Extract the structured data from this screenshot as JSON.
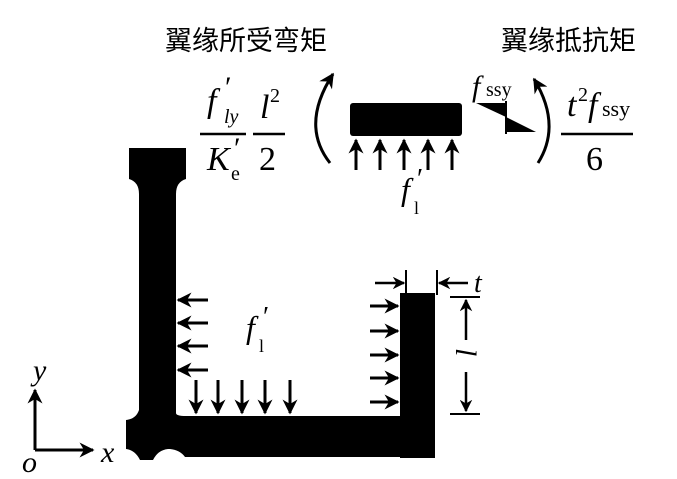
{
  "diagram": {
    "title_left": "翼缘所受弯矩",
    "title_right": "翼缘抵抗矩",
    "applied_moment": {
      "numerator_symbol": "f",
      "numerator_prime": "′",
      "numerator_subscript": "ly",
      "denominator_symbol": "K",
      "denominator_prime": "′",
      "denominator_subscript": "e",
      "second_num_symbol": "l",
      "second_num_sup": "2",
      "second_den": "2"
    },
    "resisting_moment": {
      "numerator_t": "t",
      "numerator_sup": "2",
      "numerator_f": "f",
      "numerator_sub": "ssy",
      "denominator": "6"
    },
    "stress_label": {
      "symbol": "f",
      "subscript": "ssy"
    },
    "pressure_label_top": {
      "symbol": "f",
      "prime": "′",
      "subscript": "l"
    },
    "pressure_label_inner": {
      "symbol": "f",
      "prime": "′",
      "subscript": "l"
    },
    "thickness_label": "t",
    "length_label": "l",
    "axes": {
      "x": "x",
      "y": "y",
      "origin": "o"
    },
    "colors": {
      "ink": "#000000",
      "background": "#ffffff"
    }
  }
}
